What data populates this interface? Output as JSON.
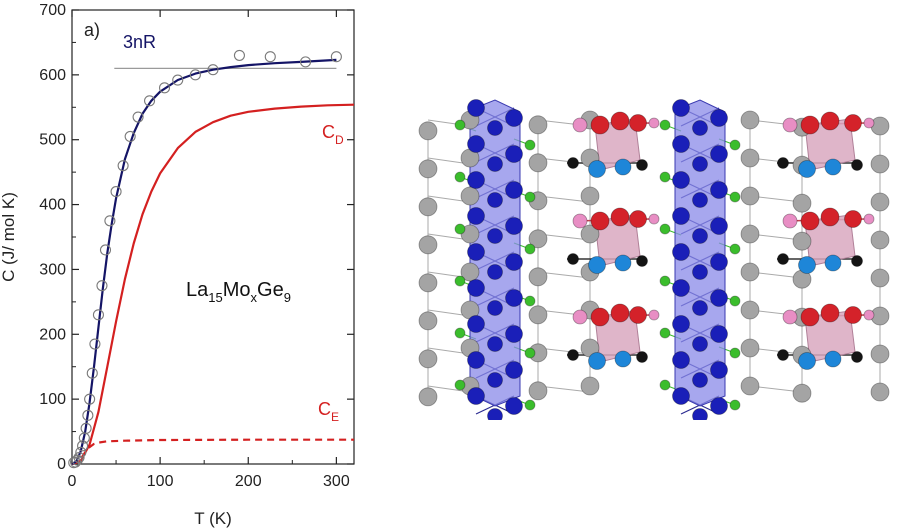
{
  "chart_data": {
    "type": "line",
    "panel_label": "a)",
    "xlabel": "T (K)",
    "ylabel": "C (J/ mol K)",
    "xlim": [
      0,
      320
    ],
    "ylim": [
      0,
      700
    ],
    "xticks": [
      0,
      100,
      200,
      300
    ],
    "yticks": [
      0,
      100,
      200,
      300,
      400,
      500,
      600,
      700
    ],
    "grid": false,
    "compound": {
      "base1": "La",
      "sub1": "15",
      "base2": "Mo",
      "sub2": "x",
      "base3": "Ge",
      "sub3": "9"
    },
    "annotations": {
      "r3n": "3nR",
      "cd_base": "C",
      "cd_sub": "D",
      "ce_base": "C",
      "ce_sub": "E"
    },
    "series": [
      {
        "key": "exp",
        "style": "open-circles",
        "color": "#7a7a7a",
        "points": [
          [
            2,
            2
          ],
          [
            4,
            3
          ],
          [
            6,
            6
          ],
          [
            8,
            10
          ],
          [
            10,
            18
          ],
          [
            12,
            28
          ],
          [
            14,
            40
          ],
          [
            16,
            55
          ],
          [
            18,
            75
          ],
          [
            20,
            100
          ],
          [
            23,
            140
          ],
          [
            26,
            185
          ],
          [
            30,
            230
          ],
          [
            34,
            275
          ],
          [
            38,
            330
          ],
          [
            43,
            375
          ],
          [
            50,
            420
          ],
          [
            58,
            460
          ],
          [
            66,
            505
          ],
          [
            75,
            535
          ],
          [
            88,
            560
          ],
          [
            105,
            580
          ],
          [
            120,
            592
          ],
          [
            140,
            600
          ],
          [
            160,
            608
          ],
          [
            190,
            630
          ],
          [
            225,
            628
          ],
          [
            265,
            620
          ],
          [
            300,
            628
          ]
        ]
      },
      {
        "key": "total-fit",
        "style": "solid",
        "color": "#141466",
        "points": [
          [
            0,
            0
          ],
          [
            5,
            4
          ],
          [
            10,
            20
          ],
          [
            15,
            50
          ],
          [
            20,
            95
          ],
          [
            25,
            150
          ],
          [
            30,
            210
          ],
          [
            35,
            270
          ],
          [
            40,
            325
          ],
          [
            45,
            370
          ],
          [
            50,
            410
          ],
          [
            60,
            470
          ],
          [
            70,
            510
          ],
          [
            80,
            540
          ],
          [
            90,
            560
          ],
          [
            100,
            574
          ],
          [
            120,
            592
          ],
          [
            140,
            602
          ],
          [
            160,
            608
          ],
          [
            180,
            612
          ],
          [
            200,
            615
          ],
          [
            230,
            618
          ],
          [
            260,
            620
          ],
          [
            300,
            623
          ]
        ]
      },
      {
        "key": "debye",
        "style": "solid",
        "color": "#d42020",
        "points": [
          [
            0,
            0
          ],
          [
            10,
            5
          ],
          [
            20,
            30
          ],
          [
            30,
            80
          ],
          [
            40,
            150
          ],
          [
            50,
            220
          ],
          [
            60,
            285
          ],
          [
            70,
            340
          ],
          [
            80,
            385
          ],
          [
            90,
            420
          ],
          [
            100,
            448
          ],
          [
            120,
            487
          ],
          [
            140,
            512
          ],
          [
            160,
            527
          ],
          [
            180,
            537
          ],
          [
            200,
            543
          ],
          [
            230,
            548
          ],
          [
            260,
            551
          ],
          [
            290,
            553
          ],
          [
            320,
            554
          ]
        ]
      },
      {
        "key": "einstein",
        "style": "dashed",
        "color": "#d42020",
        "points": [
          [
            0,
            0
          ],
          [
            5,
            2
          ],
          [
            10,
            8
          ],
          [
            15,
            18
          ],
          [
            20,
            26
          ],
          [
            25,
            31
          ],
          [
            30,
            33
          ],
          [
            40,
            35
          ],
          [
            60,
            36
          ],
          [
            100,
            37
          ],
          [
            200,
            37.5
          ],
          [
            320,
            37.5
          ]
        ]
      },
      {
        "key": "dulong-petit",
        "style": "solid",
        "color": "#9a9a9a",
        "points": [
          [
            48,
            610
          ],
          [
            300,
            610
          ]
        ]
      }
    ]
  },
  "crystal_structure": {
    "colors": {
      "gray_atom": "#a4a4a4",
      "blue_atom": "#1a1fb8",
      "green_atom": "#3bbd2c",
      "red_atom": "#d4222a",
      "pink_atom": "#e88ec4",
      "cyan_atom": "#1e86d8",
      "black_atom": "#141414",
      "blue_poly": "#8a8ae8",
      "pink_poly": "#d9a8c0"
    }
  }
}
